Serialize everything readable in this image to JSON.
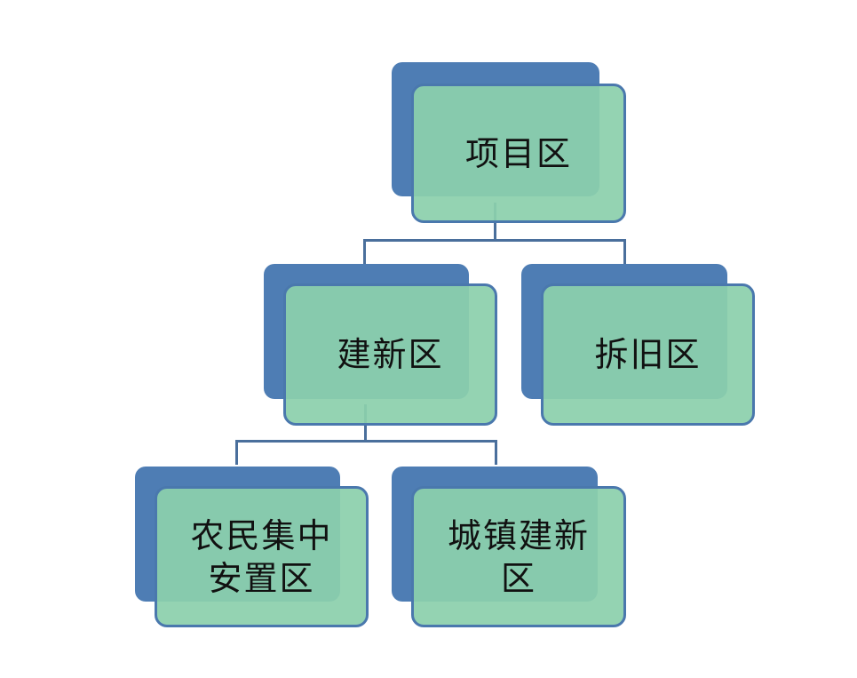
{
  "nodes": {
    "root": {
      "label": "项目区"
    },
    "new_area": {
      "label": "建新区"
    },
    "demolish_area": {
      "label": "拆旧区"
    },
    "farmer_resettle": {
      "label_line1": "农民集中",
      "label_line2": "安置区"
    },
    "town_new": {
      "label_line1": "城镇建新",
      "label_line2": "区"
    }
  },
  "colors": {
    "back": "#4e7db4",
    "front": "#8cd0ac",
    "border": "#4a78ad",
    "connector": "#4a6f9c"
  }
}
